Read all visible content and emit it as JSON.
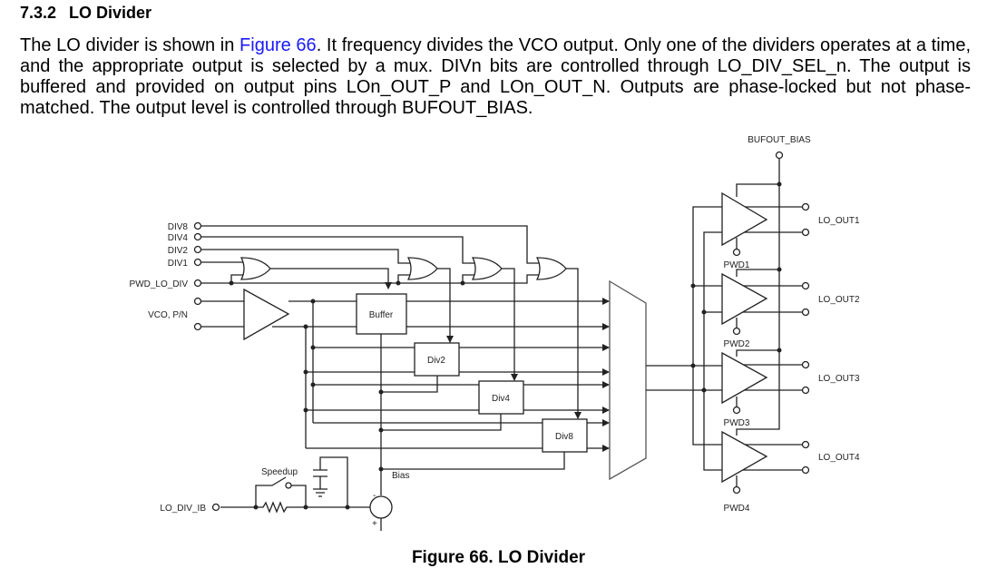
{
  "section": {
    "number": "7.3.2",
    "title": "LO Divider"
  },
  "paragraph": {
    "before_link": "The LO divider is shown in ",
    "link": "Figure 66",
    "after_link": ". It frequency divides the VCO output. Only one of the dividers operates at a time, and the appropriate output is selected by a mux. DIVn bits are controlled through LO_DIV_SEL_n. The output is buffered and provided on output pins LOn_OUT_P and LOn_OUT_N. Outputs are phase-locked but not phase-matched. The output level is controlled through BUFOUT_BIAS."
  },
  "diagram": {
    "inputs": {
      "div8": "DIV8",
      "div4": "DIV4",
      "div2": "DIV2",
      "div1": "DIV1",
      "pwd": "PWD_LO_DIV",
      "vco": "VCO, P/N",
      "ib": "LO_DIV_IB"
    },
    "blocks": {
      "buffer": "Buffer",
      "div2": "Div2",
      "div4": "Div4",
      "div8": "Div8"
    },
    "speedup": "Speedup",
    "bias": "Bias",
    "bufout_bias": "BUFOUT_BIAS",
    "outputs": [
      "LO_OUT1",
      "LO_OUT2",
      "LO_OUT3",
      "LO_OUT4"
    ],
    "pwd": [
      "PWD1",
      "PWD2",
      "PWD3",
      "PWD4"
    ],
    "minus": "-",
    "plus": "+"
  },
  "caption": "Figure 66. LO Divider"
}
